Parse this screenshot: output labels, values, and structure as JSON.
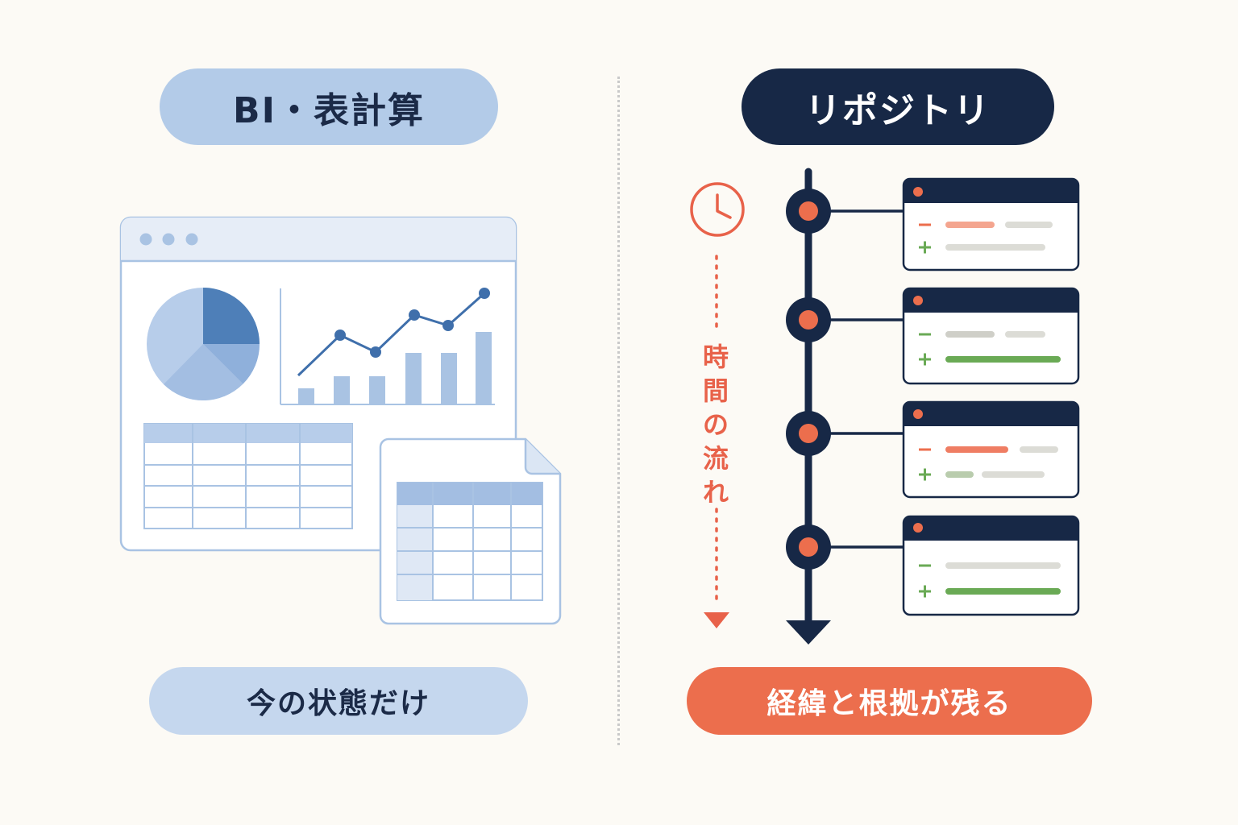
{
  "left": {
    "title": "BI・表計算",
    "caption": "今の状態だけ"
  },
  "right": {
    "title": "リポジトリ",
    "caption": "経緯と根拠が残る",
    "time_label": "時間の流れ"
  },
  "commits": [
    {
      "minus_color": "#f4a58f",
      "plus_color": "#dcdcd6"
    },
    {
      "minus_color": "#cfcfc8",
      "plus_color": "#6aaa55"
    },
    {
      "minus_color": "#ef7d63",
      "plus_color": "#b9ccad"
    },
    {
      "minus_color": "#dcdcd6",
      "plus_color": "#6aaa55"
    }
  ],
  "colors": {
    "navy": "#172846",
    "accent": "#ec6e4d",
    "blue": "#b3cbe8",
    "green": "#6aaa55"
  },
  "icons": [
    "clock-icon",
    "pie-chart-icon",
    "line-chart-icon",
    "spreadsheet-icon"
  ]
}
